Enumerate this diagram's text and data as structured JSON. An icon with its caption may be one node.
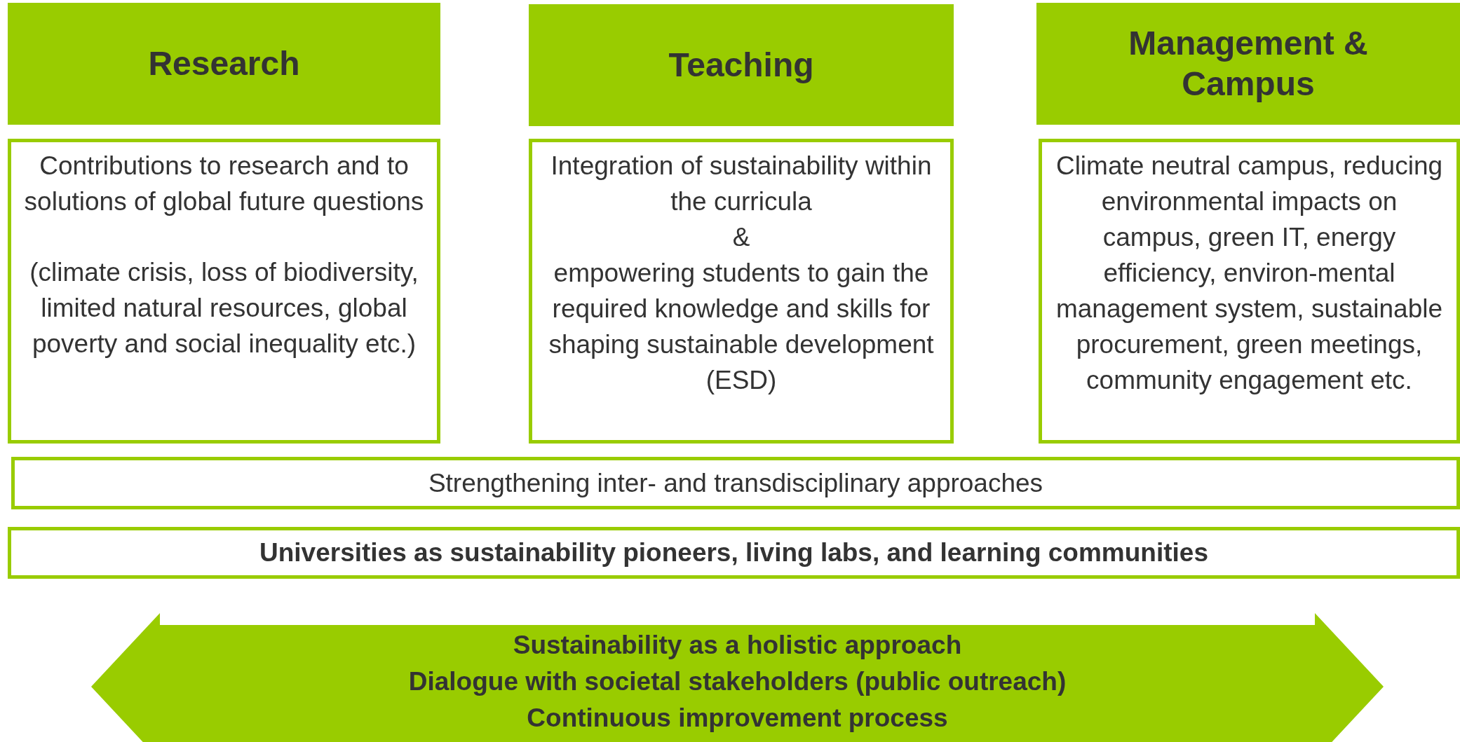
{
  "diagram": {
    "nodes": [
      {
        "text": [
          "Research"
        ]
      },
      {
        "text": [
          "Contributions to research and to solutions of global future questions",
          "(climate crisis, loss of biodiversity, limited natural resources, global poverty and social inequality etc.)"
        ]
      },
      {
        "text": [
          "Teaching"
        ]
      },
      {
        "text": [
          "Integration of sustainability within the curricula",
          "&",
          "empowering students to gain the required knowledge and skills for shaping sustainable development (ESD)"
        ]
      },
      {
        "text": [
          "Management & Campus"
        ]
      },
      {
        "text": [
          "Climate neutral campus, reducing environmental impacts on campus, green IT, energy efficiency, environ-mental management system, sustainable procurement, green meetings, community engagement etc."
        ]
      },
      {
        "text": [
          "Strengthening inter- and transdisciplinary approaches"
        ]
      },
      {
        "text": [
          "Universities as sustainability pioneers, living labs, and learning communities"
        ]
      },
      {
        "text": [
          "Sustainability as a holistic approach",
          "Dialogue with societal stakeholders (public outreach)",
          "Continuous improvement process"
        ]
      }
    ]
  }
}
